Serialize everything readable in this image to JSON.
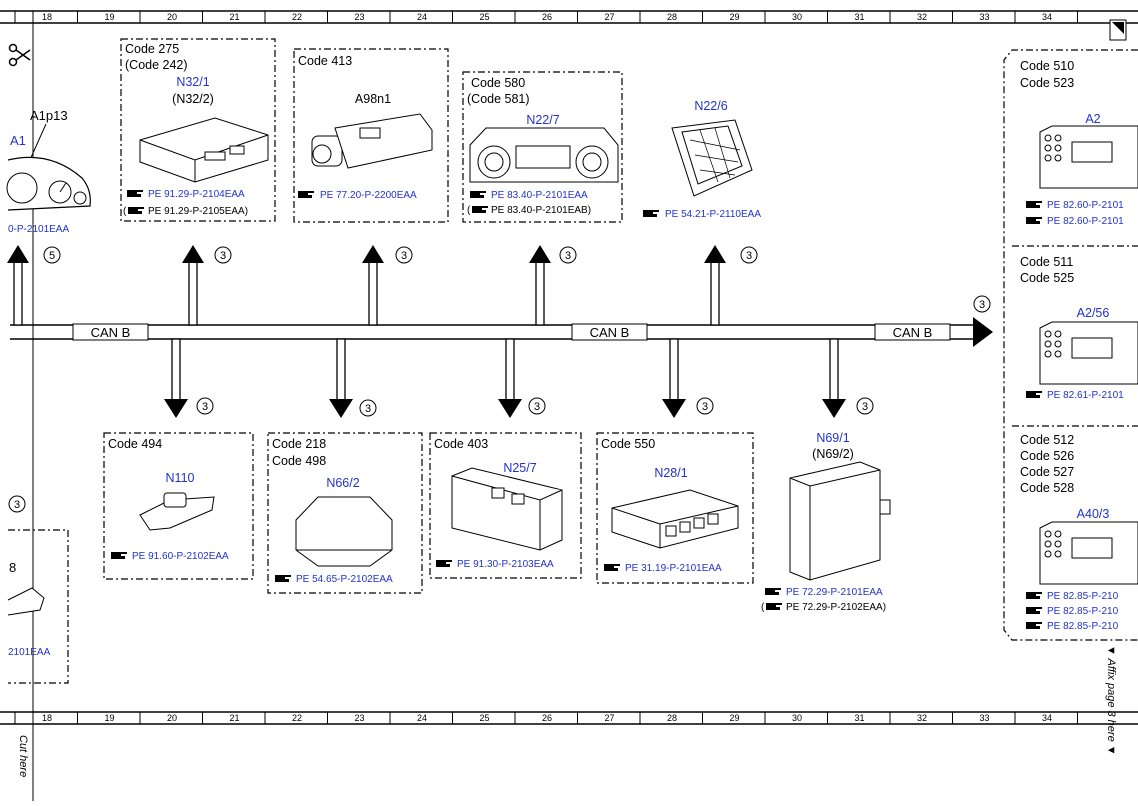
{
  "ruler": {
    "numbers": [
      "18",
      "19",
      "20",
      "21",
      "22",
      "23",
      "24",
      "25",
      "26",
      "27",
      "28",
      "29",
      "30",
      "31",
      "32",
      "33",
      "34"
    ]
  },
  "bus": {
    "label": "CAN B",
    "circle_3": "3",
    "circle_5": "5"
  },
  "icons": {
    "scissors": "scissors-icon",
    "reference": "pointing-hand-reference-icon",
    "page_corner": "page-corner-icon"
  },
  "colors": {
    "blue": "#2233cc",
    "black": "#000000"
  },
  "left_partial": {
    "component": "A1",
    "subcomponent": "A1p13",
    "ref": "0-P-2101EAA",
    "bottom_number": "8",
    "bottom_ref": "2101EAA"
  },
  "modules": {
    "n32_1": {
      "code1": "Code 275",
      "code2": "(Code 242)",
      "name": "N32/1",
      "alt": "(N32/2)",
      "ref1": "PE 91.29-P-2104EAA",
      "ref2": "PE 91.29-P-2105EAA)",
      "ref2_open": "("
    },
    "a98n1": {
      "code1": "Code 413",
      "name": "A98n1",
      "ref1": "PE 77.20-P-2200EAA"
    },
    "n22_7": {
      "code1": "Code 580",
      "code2": "(Code 581)",
      "name": "N22/7",
      "ref1": "PE 83.40-P-2101EAA",
      "ref2": "PE 83.40-P-2101EAB)",
      "ref2_open": "("
    },
    "n22_6": {
      "name": "N22/6",
      "ref1": "PE 54.21-P-2110EAA"
    },
    "n110": {
      "code1": "Code 494",
      "name": "N110",
      "ref1": "PE 91.60-P-2102EAA"
    },
    "n66_2": {
      "code1": "Code 218",
      "code2": "Code 498",
      "name": "N66/2",
      "ref1": "PE 54.65-P-2102EAA"
    },
    "n25_7": {
      "code1": "Code 403",
      "name": "N25/7",
      "ref1": "PE 91.30-P-2103EAA"
    },
    "n28_1": {
      "code1": "Code 550",
      "name": "N28/1",
      "ref1": "PE 31.19-P-2101EAA"
    },
    "n69_1": {
      "name": "N69/1",
      "alt": "(N69/2)",
      "ref1": "PE 72.29-P-2101EAA",
      "ref2": "PE 72.29-P-2102EAA)",
      "ref2_open": "("
    },
    "a2": {
      "code1": "Code 510",
      "code2": "Code 523",
      "name": "A2",
      "ref1": "PE 82.60-P-2101",
      "ref2": "PE 82.60-P-2101"
    },
    "a2_56": {
      "code1": "Code 511",
      "code2": "Code 525",
      "name": "A2/56",
      "ref1": "PE 82.61-P-2101"
    },
    "a40_3": {
      "code1": "Code 512",
      "code2": "Code 526",
      "code3": "Code 527",
      "code4": "Code 528",
      "name": "A40/3",
      "ref1": "PE 82.85-P-210",
      "ref2": "PE 82.85-P-210",
      "ref3": "PE 82.85-P-210"
    }
  },
  "side_text": {
    "affix": "▼ Affix page 3 here ▼",
    "cut": "Cut here"
  }
}
